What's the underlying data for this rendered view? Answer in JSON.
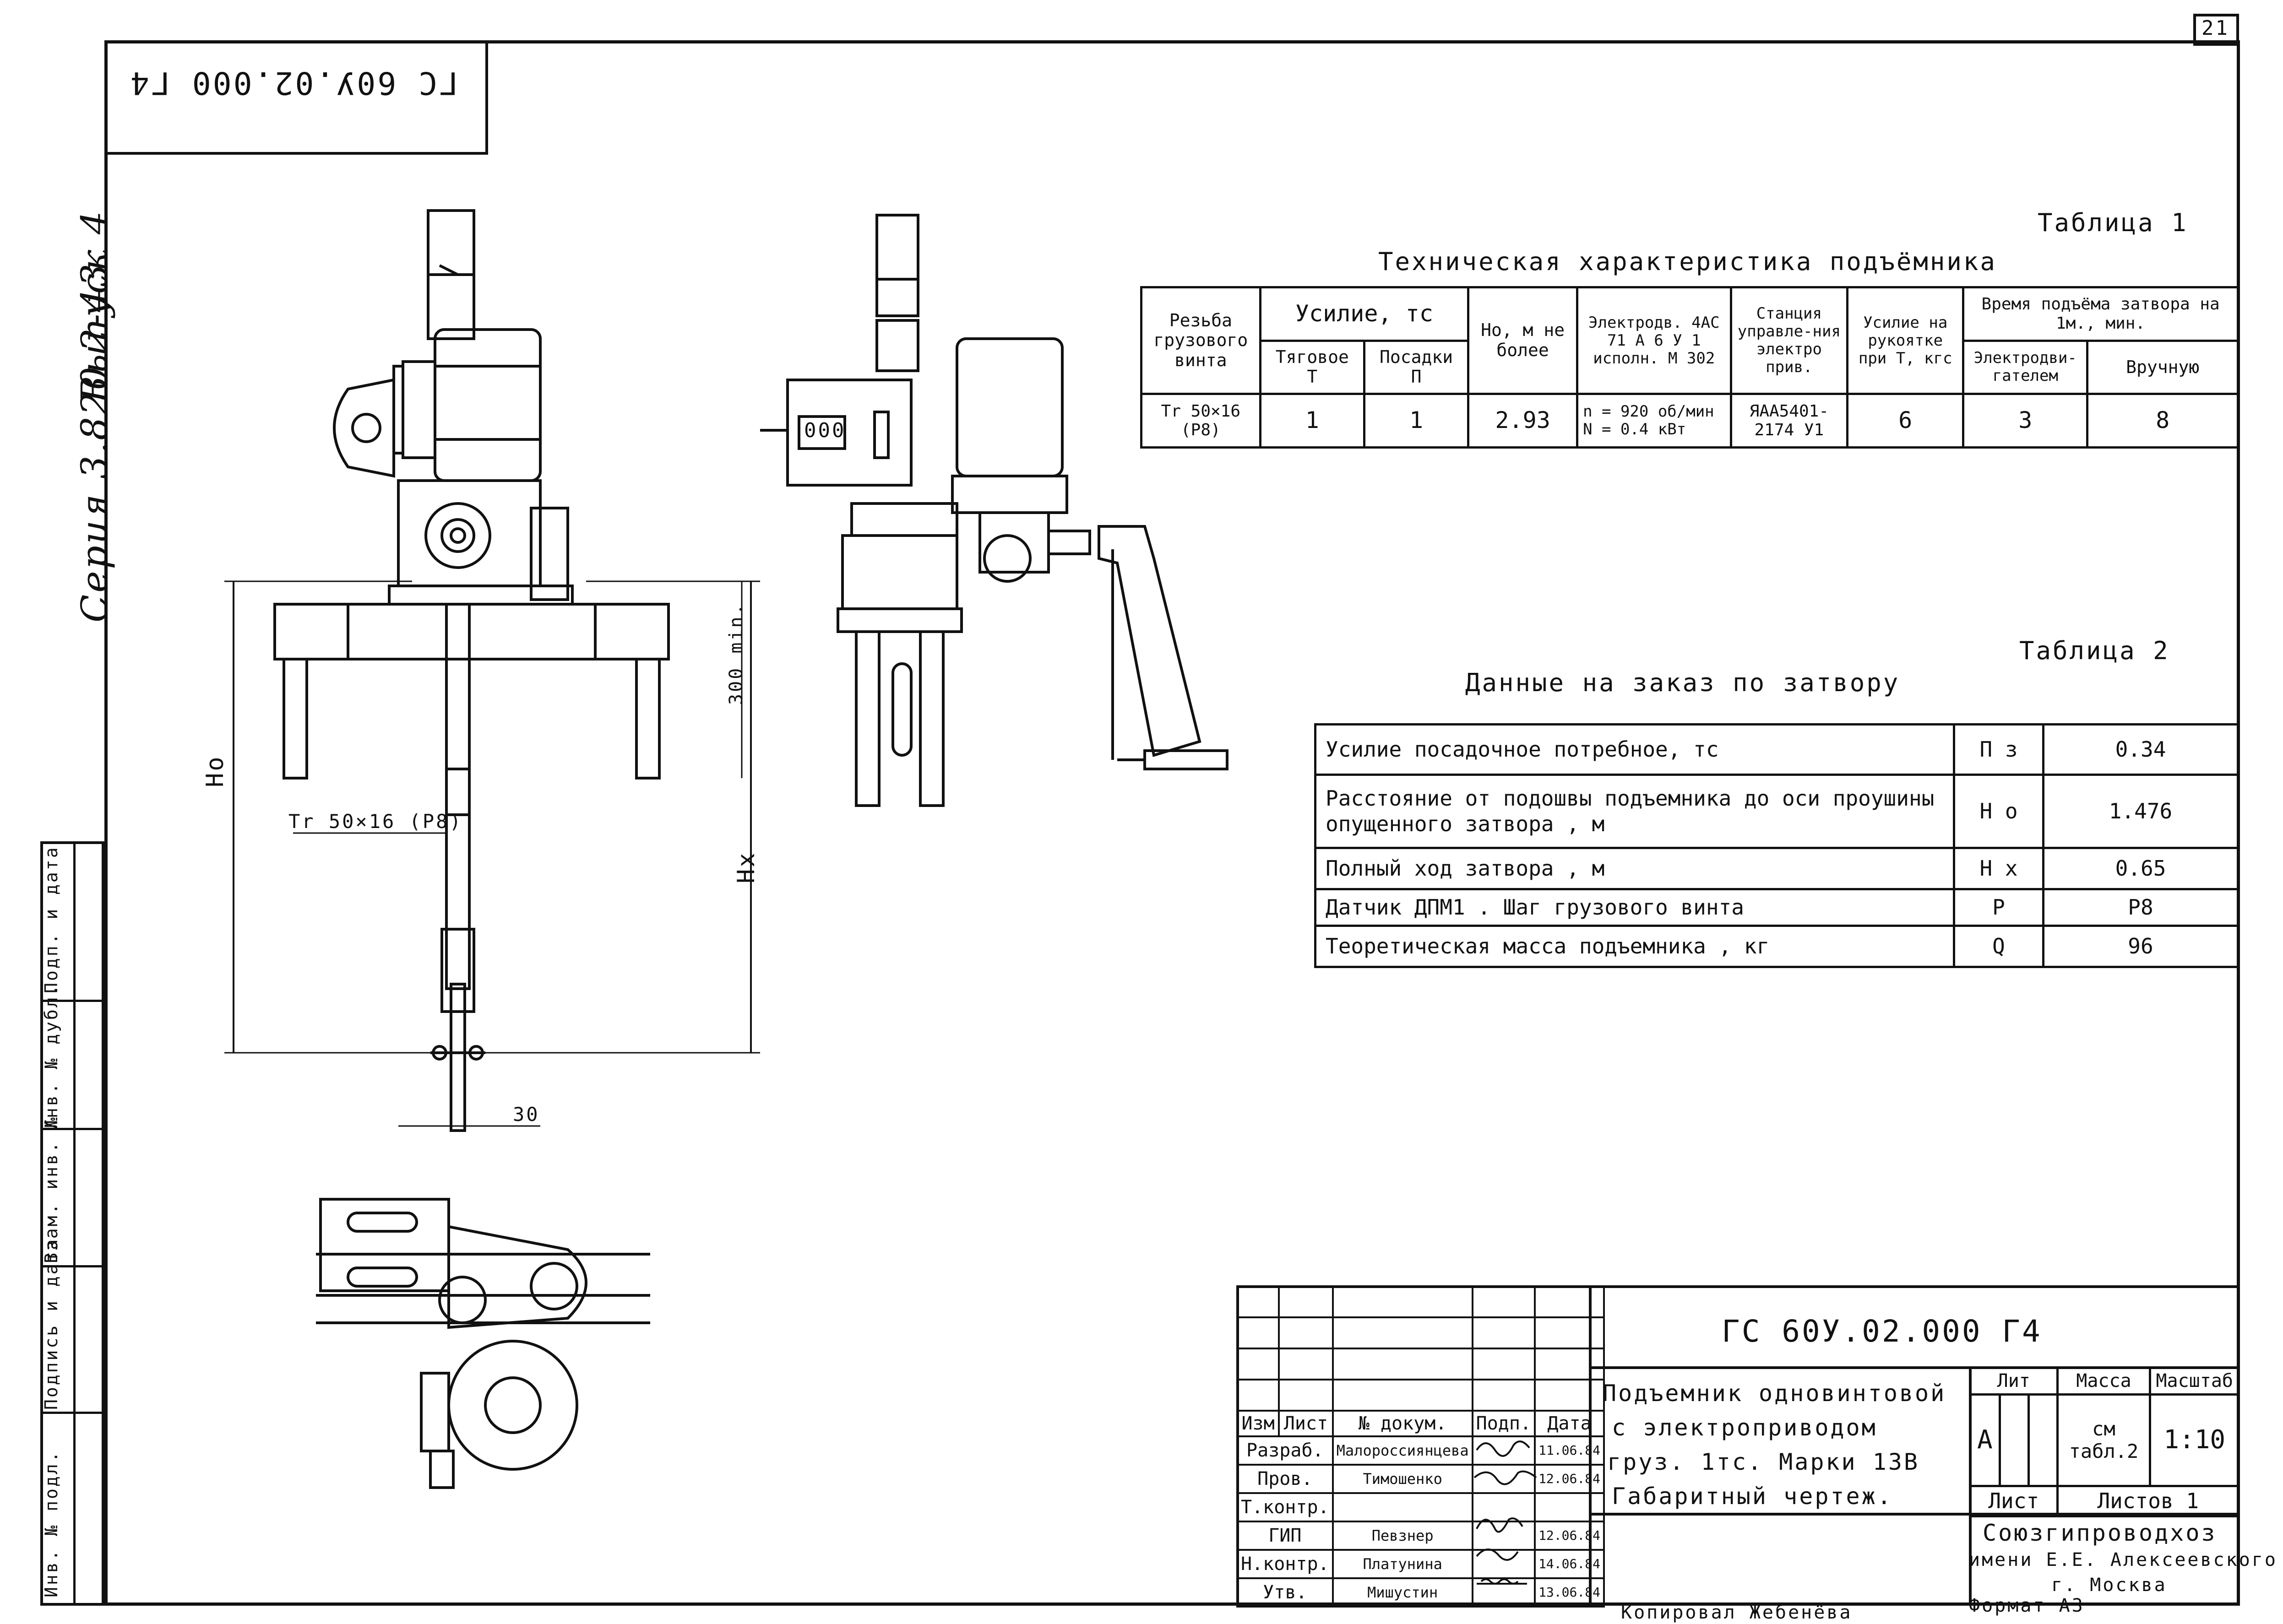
{
  "page_number": "21",
  "rotated_code": "ГС 60У.02.000 Г4",
  "series": {
    "series_label": "Серия 3.820.2-43",
    "issue_label": "Выпуск 4"
  },
  "side_stamp": {
    "cells": [
      "Инв. № подл.",
      "Подпись и дата",
      "Взам. инв. №",
      "Инв. № дубл.",
      "Подп. и дата"
    ]
  },
  "drawing": {
    "dim_h0": "Hо",
    "dim_hx": "Hх",
    "thread_label": "Tr 50×16 (P8)",
    "dim_300": "300 min.",
    "dim_30": "30",
    "counter_display": "000"
  },
  "table1": {
    "caption": "Таблица 1",
    "title": "Техническая характеристика подъёмника",
    "headers": {
      "thread": "Резьба грузового винта",
      "force": "Усилие, тс",
      "traction": "Тяговое T",
      "landing": "Посадки П",
      "h0": "Hо, м не более",
      "motor": "Электродв. 4АС 71 А 6 У 1 исполн. М 302",
      "station": "Станция управле-ния электро прив.",
      "handle": "Усилие на рукоятке при T, кгс",
      "time": "Время подъёма затвора на 1м., мин.",
      "time_motor": "Электродви-гателем",
      "time_manual": "Вручную"
    },
    "row": {
      "thread": "Tr 50×16 (P8)",
      "traction": "1",
      "landing": "1",
      "h0": "2.93",
      "motor_n": "n = 920 об/мин",
      "motor_p": "N = 0.4 кВт",
      "station": "ЯАА5401-2174 У1",
      "handle": "6",
      "time_motor": "3",
      "time_manual": "8"
    }
  },
  "table2": {
    "caption": "Таблица 2",
    "title": "Данные на заказ по затвору",
    "rows": [
      {
        "label": "Усилие посадочное потребное,  тс",
        "symbol": "П з",
        "value": "0.34"
      },
      {
        "label": "Расстояние от подошвы подъемника до оси проушины опущенного затвора , м",
        "symbol": "H о",
        "value": "1.476"
      },
      {
        "label": "Полный ход затвора  ,  м",
        "symbol": "H х",
        "value": "0.65"
      },
      {
        "label": "Датчик ДПМ1 . Шаг грузового винта",
        "symbol": "P",
        "value": "P8"
      },
      {
        "label": "Теоретическая масса подъемника , кг",
        "symbol": "Q",
        "value": "96"
      }
    ]
  },
  "title_block": {
    "code": "ГС 60У.02.000 Г4",
    "name_line1": "Подъемник одновинтовой",
    "name_line2": "с электроприводом",
    "name_line3": "груз. 1тс. Марки 13В",
    "name_line4": "Габаритный чертеж.",
    "lit_label": "Лит",
    "mass_label": "Масса",
    "scale_label": "Масштаб",
    "lit_value": "А",
    "mass_value": "см табл.2",
    "scale_value": "1:10",
    "sheet_label": "Лист",
    "sheets_label": "Листов 1",
    "org_line1": "Союзгипроводхоз",
    "org_line2": "имени Е.Е. Алексеевского",
    "org_line3": "г. Москва",
    "header": {
      "izm": "Изм",
      "list": "Лист",
      "doc": "№ докум.",
      "sign": "Подп.",
      "date": "Дата"
    },
    "signers": [
      {
        "role": "Разраб.",
        "name": "Малороссиянцева",
        "date": "11.06.84"
      },
      {
        "role": "Пров.",
        "name": "Тимошенко",
        "date": "12.06.84"
      },
      {
        "role": "Т.контр.",
        "name": "",
        "date": ""
      },
      {
        "role": "ГИП",
        "name": "Певзнер",
        "date": "12.06.84"
      },
      {
        "role": "Н.контр.",
        "name": "Платунина",
        "date": "14.06.84"
      },
      {
        "role": "Утв.",
        "name": "Мишустин",
        "date": "13.06.84"
      }
    ]
  },
  "footer": {
    "copied": "Копировал Жебенёва",
    "format": "Формат А3"
  }
}
